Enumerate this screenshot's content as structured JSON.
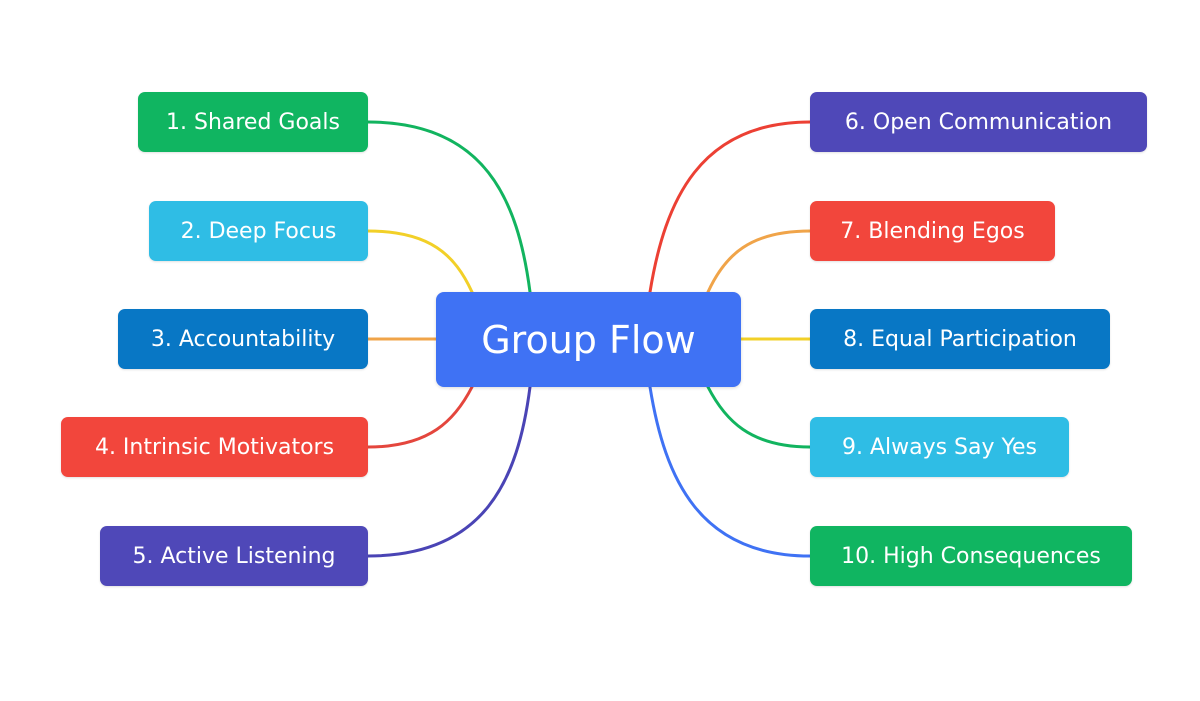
{
  "center": {
    "label": "Group Flow",
    "color": "#3f72f4"
  },
  "branches": [
    {
      "label": "1. Shared Goals",
      "color": "#10b561",
      "line": "#12b45f"
    },
    {
      "label": "2. Deep Focus",
      "color": "#2fbde5",
      "line": "#f2d028"
    },
    {
      "label": "3. Accountability",
      "color": "#0877c5",
      "line": "#f0a449"
    },
    {
      "label": "4. Intrinsic Motivators",
      "color": "#f2463c",
      "line": "#e4463d"
    },
    {
      "label": "5. Active Listening",
      "color": "#4f48b8",
      "line": "#4a44b5"
    },
    {
      "label": "6. Open Communication",
      "color": "#4f48b8",
      "line": "#ec4034"
    },
    {
      "label": "7. Blending Egos",
      "color": "#f2463c",
      "line": "#f0a449"
    },
    {
      "label": "8. Equal Participation",
      "color": "#0877c5",
      "line": "#f2d028"
    },
    {
      "label": "9. Always Say Yes",
      "color": "#2fbde5",
      "line": "#12b45f"
    },
    {
      "label": "10. High Consequences",
      "color": "#10b561",
      "line": "#3f72f4"
    }
  ]
}
